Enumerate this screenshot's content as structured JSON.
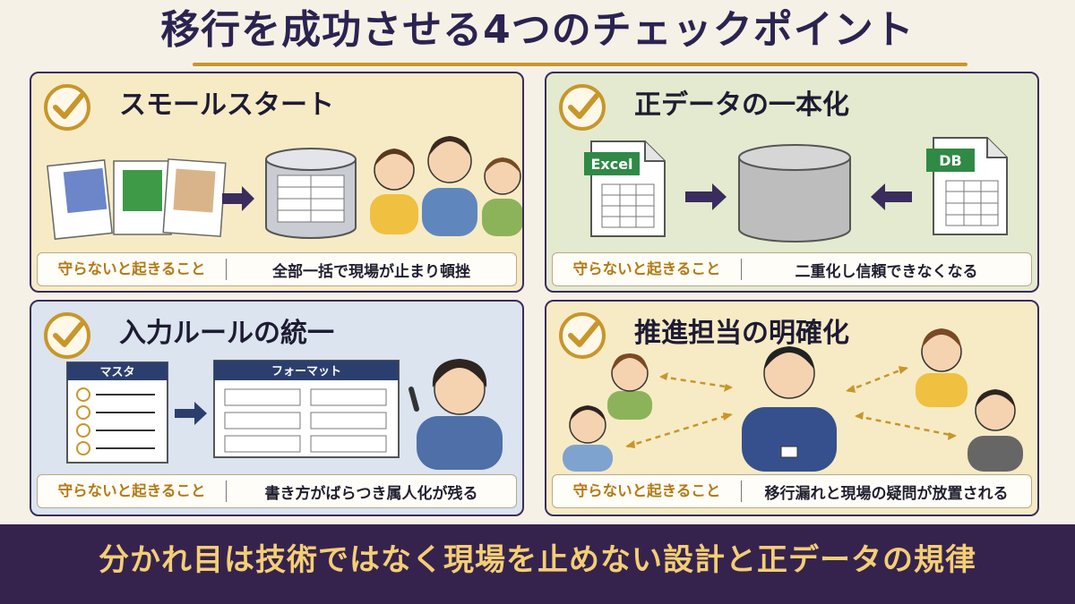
{
  "title": "移行を成功させる4つのチェックポイント",
  "panels": [
    {
      "title": "スモールスタート",
      "risk_label": "守らないと起きること",
      "risk_text": "全部一括で現場が止まり頓挫"
    },
    {
      "title": "正データの一本化",
      "risk_label": "守らないと起きること",
      "risk_text": "二重化し信頼できなくなる",
      "excel_label": "Excel",
      "db_label": "DB"
    },
    {
      "title": "入力ルールの統一",
      "risk_label": "守らないと起きること",
      "risk_text": "書き方がばらつき属人化が残る",
      "master_label": "マスタ",
      "format_label": "フォーマット"
    },
    {
      "title": "推進担当の明確化",
      "risk_label": "守らないと起きること",
      "risk_text": "移行漏れと現場の疑問が放置される"
    }
  ],
  "footer": "分かれ目は技術ではなく現場を止めない設計と正データの規律",
  "colors": {
    "navy": "#2b2350",
    "gold": "#c8962a",
    "footer_bg": "#35234e",
    "footer_text": "#f4ce74",
    "risk_label": "#b27a16"
  },
  "icons": [
    "check-circle-icon",
    "document-stack-icon",
    "database-icon",
    "arrow-right-icon",
    "arrow-left-icon",
    "spreadsheet-icon",
    "checklist-icon",
    "form-icon",
    "person-icon",
    "double-arrow-icon"
  ]
}
